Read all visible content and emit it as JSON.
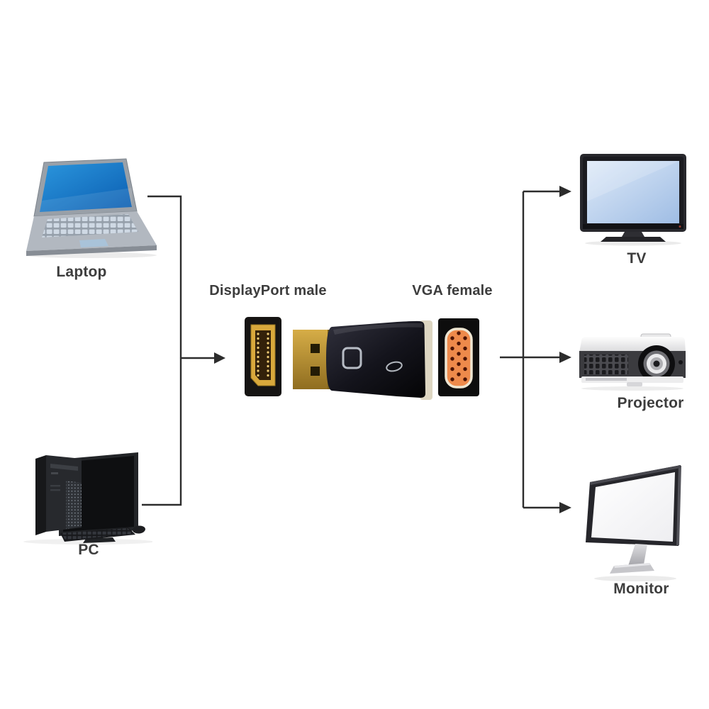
{
  "diagram": {
    "sources": [
      {
        "id": "laptop",
        "label": "Laptop"
      },
      {
        "id": "pc",
        "label": "PC"
      }
    ],
    "adapter": {
      "displayport_label": "DisplayPort male",
      "vga_label": "VGA female"
    },
    "outputs": [
      {
        "id": "tv",
        "label": "TV"
      },
      {
        "id": "projector",
        "label": "Projector"
      },
      {
        "id": "monitor",
        "label": "Monitor"
      }
    ],
    "colors": {
      "line": "#2c2c2c",
      "label_text": "#3d3d3d",
      "laptop_screen_blue": "#1581cc",
      "tv_screen_blue": "#c7daf2",
      "vga_orange": "#ee8a4b",
      "connector_gold": "#d9a93c",
      "adapter_body_black": "#14141c"
    }
  }
}
